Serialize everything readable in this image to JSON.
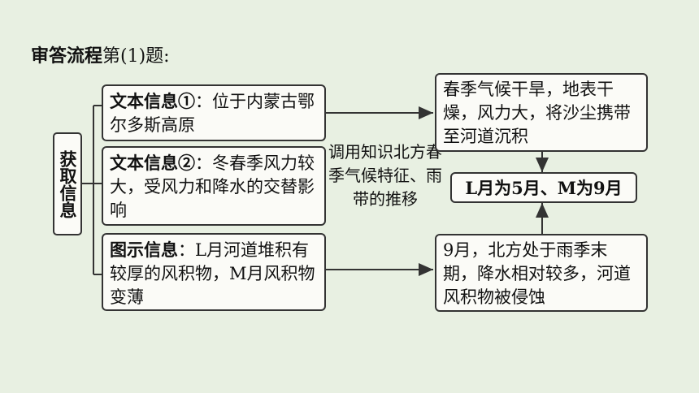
{
  "title": {
    "bold_part": "审答流程",
    "rest": "第(1)题:"
  },
  "side_label": "获取信息",
  "left_boxes": [
    {
      "head": "文本信息①",
      "body": "：位于内蒙古鄂尔多斯高原"
    },
    {
      "head": "文本信息②",
      "body": "：冬春季风力较大，受风力和降水的交替影响"
    },
    {
      "head": "图示信息",
      "body": "：L月河道堆积有较厚的风积物，M月风积物变薄"
    }
  ],
  "middle_text": "调用知识北方春季气候特征、雨带的推移",
  "right_boxes": {
    "top": "春季气候干旱，地表干燥，风力大，将沙尘携带至河道沉积",
    "conclusion": "L月为5月、M为9月",
    "bottom": "9月，北方处于雨季末期，降水相对较多，河道风积物被侵蚀"
  }
}
